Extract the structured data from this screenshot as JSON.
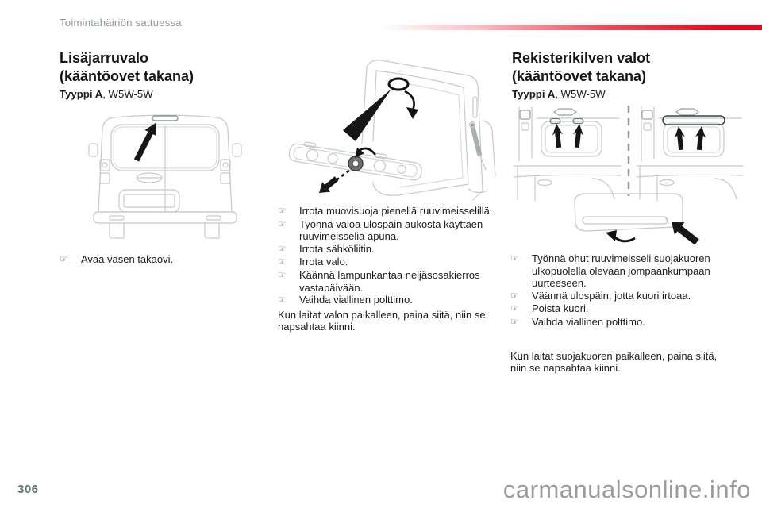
{
  "page": {
    "header": "Toimintahäiriön sattuessa",
    "page_number": "306",
    "watermark": "carmanualsonline.info",
    "bullet_icon": "☞",
    "colors": {
      "accent_red": "#e20a1e",
      "line_art": "#c5cac9",
      "page_number": "#5e7273",
      "watermark": "#9b9b9b"
    }
  },
  "left": {
    "title_line1": "Lisäjarruvalo",
    "title_line2": "(kääntöovet takana)",
    "type_bold": "Tyyppi A",
    "type_rest": ", W5W-5W",
    "illustration": "van-rear-view-with-arrow-to-third-brake-light",
    "steps": [
      "Avaa vasen takaovi."
    ]
  },
  "middle": {
    "illustration": "door-frame-and-brake-light-assembly-removal",
    "steps": [
      "Irrota muovisuoja pienellä ruuvimeisselillä.",
      "Työnnä valoa ulospäin aukosta käyttäen ruuvimeisseliä apuna.",
      "Irrota sähköliitin.",
      "Irrota valo.",
      "Käännä lampunkantaa neljäsosakierros vastapäivään.",
      "Vaihda viallinen polttimo."
    ],
    "note": "Kun laitat valon paikalleen, paina siitä, niin se napsahtaa kiinni."
  },
  "right": {
    "title_line1": "Rekisterikilven valot",
    "title_line2": "(kääntöovet takana)",
    "type_bold": "Tyyppi A",
    "type_rest": ", W5W-5W",
    "illustration": "licence-plate-lamp-cover-removal-two-variants",
    "steps": [
      "Työnnä ohut ruuvimeisseli suojakuoren ulkopuolella olevaan jompaankumpaan uurteeseen.",
      "Väännä ulospäin, jotta kuori irtoaa.",
      "Poista kuori.",
      "Vaihda viallinen polttimo."
    ],
    "note": "Kun laitat suojakuoren paikalleen, paina siitä, niin se napsahtaa kiinni."
  }
}
